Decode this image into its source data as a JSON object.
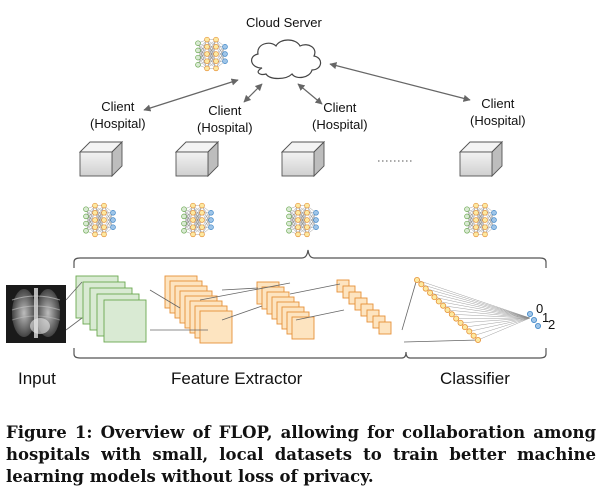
{
  "cloud": {
    "label": "Cloud Server"
  },
  "clients": [
    {
      "line1": "Client",
      "line2": "(Hospital)"
    },
    {
      "line1": "Client",
      "line2": "(Hospital)"
    },
    {
      "line1": "Client",
      "line2": "(Hospital)"
    },
    {
      "line1": "Client",
      "line2": "(Hospital)"
    }
  ],
  "stages": {
    "input": "Input",
    "feature_extractor": "Feature Extractor",
    "classifier": "Classifier"
  },
  "output_labels": [
    "0",
    "1",
    "2"
  ],
  "caption": "Figure 1: Overview of FLOP, allowing for collaboration among hospitals with small, local datasets to train better machine learning models without loss of privacy.",
  "colors": {
    "green_fill": "#d9ead3",
    "green_stroke": "#6aa84f",
    "orange_fill": "#fde4c0",
    "orange_stroke": "#e69138",
    "yellow_node": "#fde9a0",
    "blue_node": "#9fc5e8"
  }
}
